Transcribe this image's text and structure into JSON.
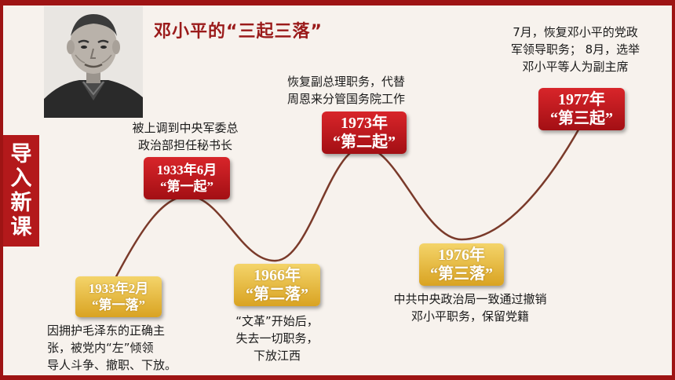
{
  "title": "邓小平的“三起三落”",
  "side_tab": "导入新课",
  "colors": {
    "accent_red": "#b3191b",
    "gold": "#e2b23a",
    "curve": "#7a3a2a"
  },
  "events": [
    {
      "date": "1933年2月",
      "label": "“第一落”",
      "desc": "因拥护毛泽东的正确主\n张，被党内“左”倾领\n导人斗争、撤职、下放。",
      "kind": "fall"
    },
    {
      "date": "1933年6月",
      "label": "“第一起”",
      "desc": "被上调到中央军委总\n政治部担任秘书长",
      "kind": "rise"
    },
    {
      "date": "1966年",
      "label": "“第二落”",
      "desc": "“文革”开始后，\n失去一切职务，\n下放江西",
      "kind": "fall"
    },
    {
      "date": "1973年",
      "label": "“第二起”",
      "desc": "恢复副总理职务，代替\n周恩来分管国务院工作",
      "kind": "rise"
    },
    {
      "date": "1976年",
      "label": "“第三落”",
      "desc": "中共中央政治局一致通过撤销\n邓小平职务，保留党籍",
      "kind": "fall"
    },
    {
      "date": "1977年",
      "label": "“第三起”",
      "desc": "7月，恢复邓小平的党政\n军领导职务； 8月，选举\n邓小平等人为副主席",
      "kind": "rise"
    }
  ]
}
